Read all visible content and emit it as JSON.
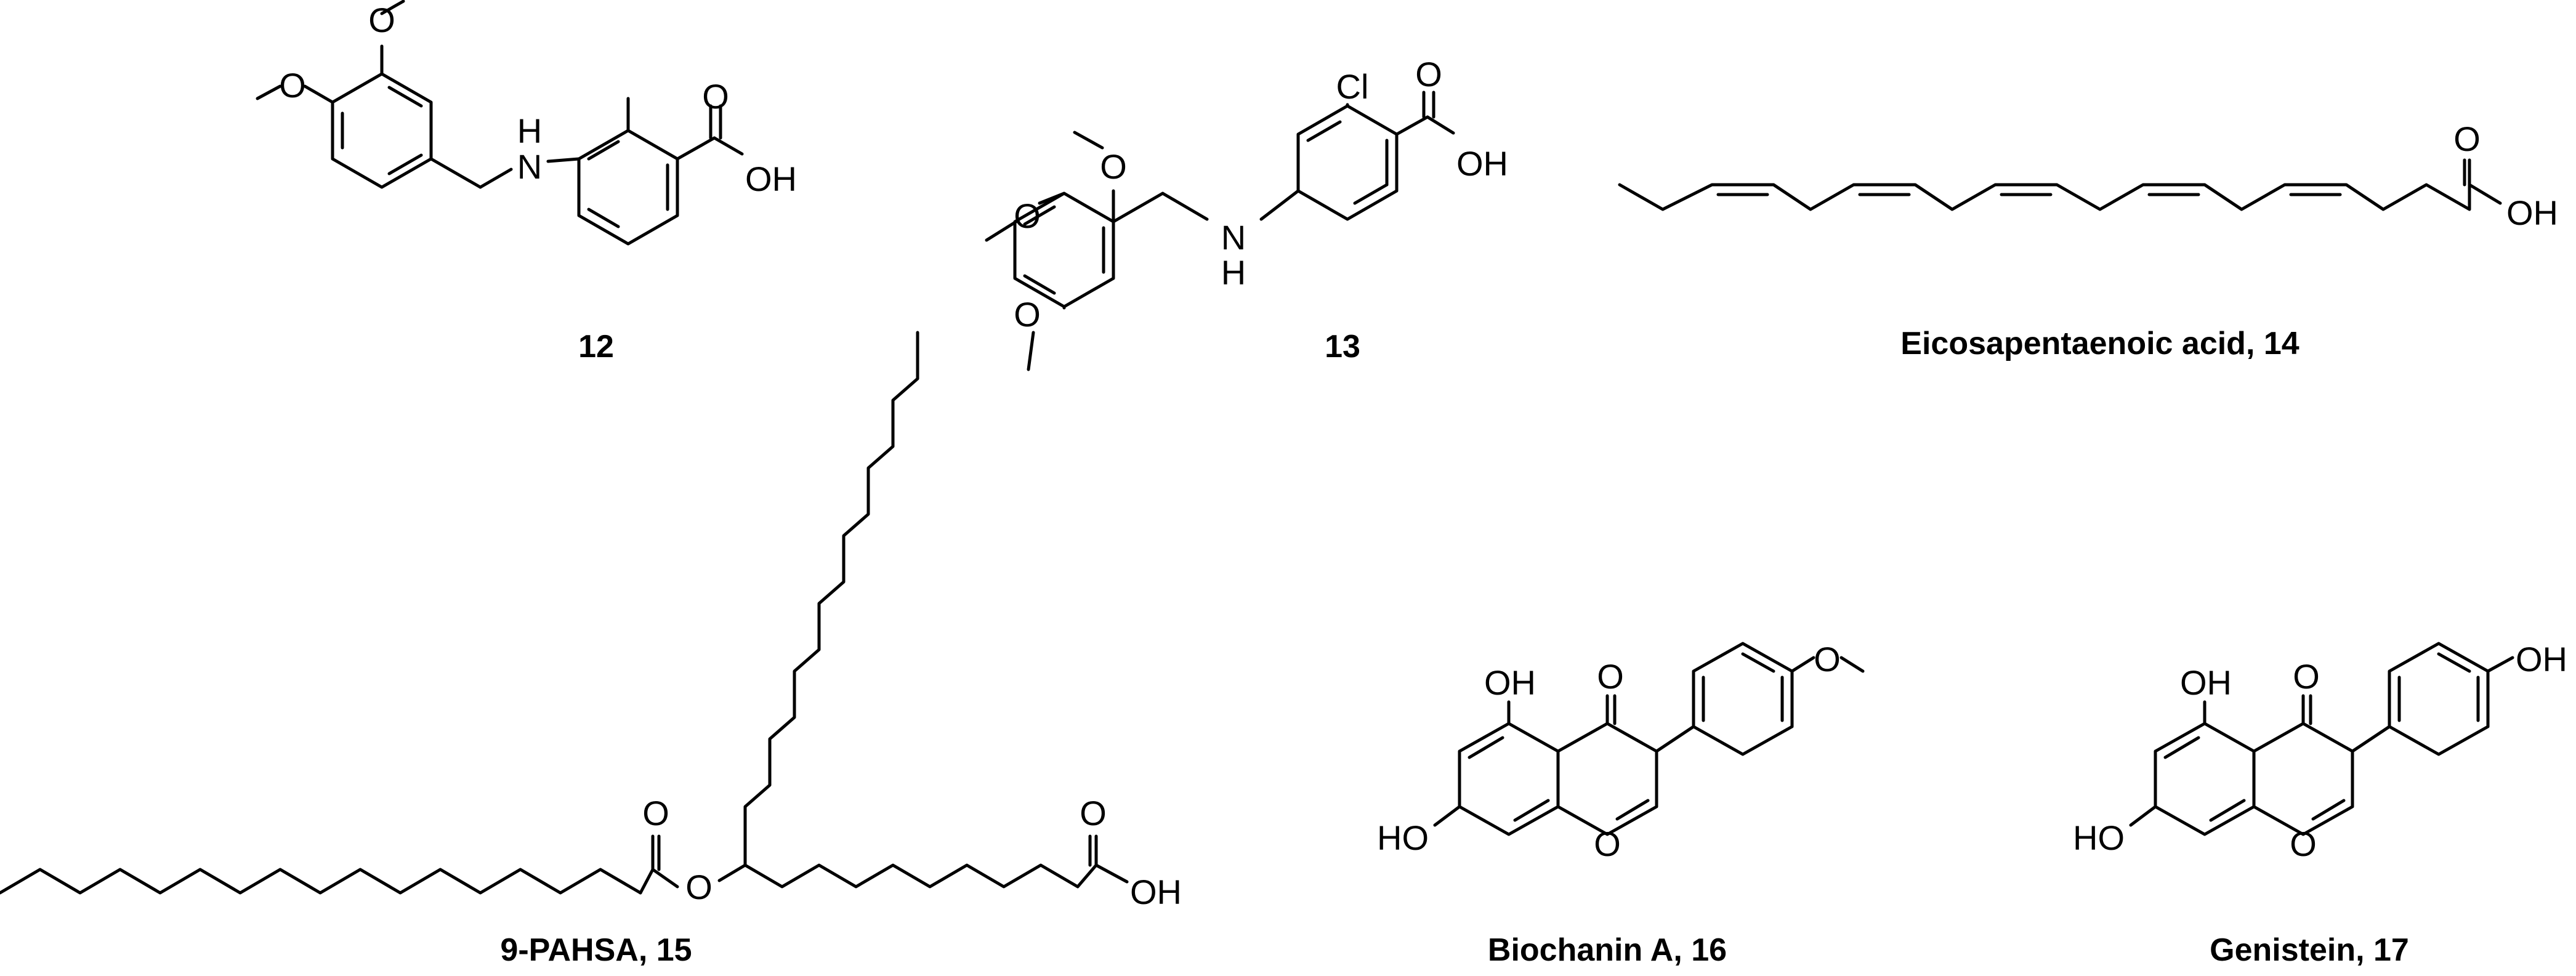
{
  "compounds": [
    {
      "label": "12"
    },
    {
      "label": "13"
    },
    {
      "label": "Eicosapentaenoic acid, 14"
    },
    {
      "label": "9-PAHSA, 15"
    },
    {
      "label": "Biochanin A, 16"
    },
    {
      "label": "Genistein, 17"
    }
  ],
  "atoms": {
    "O": "O",
    "OH": "OH",
    "HO": "HO",
    "H": "H",
    "N": "N",
    "NH": "NH",
    "Cl": "Cl"
  }
}
